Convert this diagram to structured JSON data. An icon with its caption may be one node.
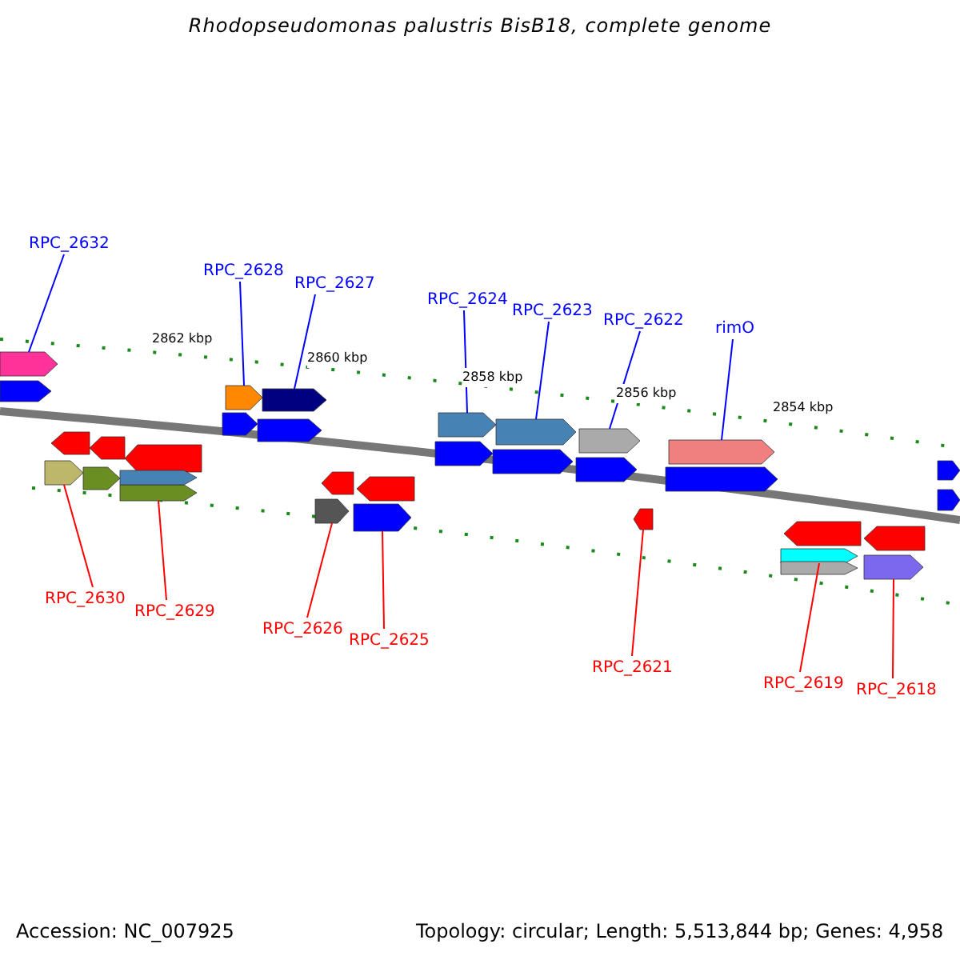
{
  "diagram": {
    "title": "Rhodopseudomonas palustris BisB18, complete genome",
    "nodes": [
      {
        "text": [
          "RPC_2632"
        ]
      },
      {
        "text": [
          "RPC_2628"
        ]
      },
      {
        "text": [
          "RPC_2627"
        ]
      },
      {
        "text": [
          "RPC_2624"
        ]
      },
      {
        "text": [
          "RPC_2623"
        ]
      },
      {
        "text": [
          "RPC_2622"
        ]
      },
      {
        "text": [
          "rimO"
        ]
      },
      {
        "text": [
          "RPC_2630"
        ]
      },
      {
        "text": [
          "RPC_2629"
        ]
      },
      {
        "text": [
          "RPC_2626"
        ]
      },
      {
        "text": [
          "RPC_2625"
        ]
      },
      {
        "text": [
          "RPC_2621"
        ]
      },
      {
        "text": [
          "RPC_2619"
        ]
      },
      {
        "text": [
          "RPC_2618"
        ]
      },
      {
        "text": [],
        "shape": "bar"
      },
      {
        "text": [],
        "shape": "bar"
      },
      {
        "text": [],
        "shape": "bar"
      },
      {
        "text": [],
        "shape": "bar"
      },
      {
        "text": [],
        "shape": "bar"
      },
      {
        "text": [],
        "shape": "bar"
      },
      {
        "text": [],
        "shape": "bar"
      },
      {
        "text": [],
        "shape": "bar"
      },
      {
        "text": [],
        "shape": "bar"
      },
      {
        "text": [],
        "shape": "bar"
      },
      {
        "text": [],
        "shape": "bar"
      },
      {
        "text": [],
        "shape": "bar"
      },
      {
        "text": [],
        "shape": "bar"
      },
      {
        "text": [],
        "shape": "bar"
      },
      {
        "text": [],
        "shape": "bar"
      },
      {
        "text": [],
        "shape": "bar"
      },
      {
        "text": [],
        "shape": "bar"
      },
      {
        "text": [],
        "shape": "bar"
      },
      {
        "text": [],
        "shape": "bar"
      },
      {
        "text": [],
        "shape": "bar"
      },
      {
        "text": [],
        "shape": "bar"
      },
      {
        "text": [],
        "shape": "bar"
      },
      {
        "text": [],
        "shape": "bar"
      },
      {
        "text": [],
        "shape": "bar"
      },
      {
        "text": [],
        "shape": "bar"
      },
      {
        "text": [],
        "shape": "bar"
      },
      {
        "text": [],
        "shape": "bar"
      },
      {
        "text": [],
        "shape": "bar"
      },
      {
        "text": [],
        "shape": "bar"
      },
      {
        "text": [],
        "shape": "bar"
      },
      {
        "text": [],
        "shape": "bar"
      },
      {
        "text": [],
        "shape": "bar"
      },
      {
        "text": [],
        "shape": "bar"
      }
    ],
    "edges": [
      {
        "from": 0,
        "to": 14,
        "arrow": "none"
      },
      {
        "from": 1,
        "to": 15,
        "arrow": "none"
      },
      {
        "from": 2,
        "to": 16,
        "arrow": "none"
      },
      {
        "from": 3,
        "to": 17,
        "arrow": "none"
      },
      {
        "from": 4,
        "to": 18,
        "arrow": "none"
      },
      {
        "from": 5,
        "to": 19,
        "arrow": "none"
      },
      {
        "from": 6,
        "to": 20,
        "arrow": "none"
      },
      {
        "from": 7,
        "to": 21,
        "arrow": "none",
        "color": "#ff0000"
      },
      {
        "from": 8,
        "to": 22,
        "arrow": "none",
        "color": "#ff0000"
      },
      {
        "from": 9,
        "to": 23,
        "arrow": "none",
        "color": "#ff0000"
      },
      {
        "from": 10,
        "to": 24,
        "arrow": "none",
        "color": "#ff0000"
      },
      {
        "from": 11,
        "to": 25,
        "arrow": "none",
        "color": "#ff0000"
      },
      {
        "from": 12,
        "to": 26,
        "arrow": "none",
        "color": "#ff0000"
      },
      {
        "from": 13,
        "to": 27,
        "arrow": "none",
        "color": "#ff0000"
      }
    ],
    "labels": [
      "2862 kbp",
      "2860 kbp",
      "2858 kbp",
      "2856 kbp",
      "2854 kbp",
      "Accession: NC_007925",
      "Topology: circular; Length: 5,513,844 bp; Genes: 4,958"
    ]
  }
}
